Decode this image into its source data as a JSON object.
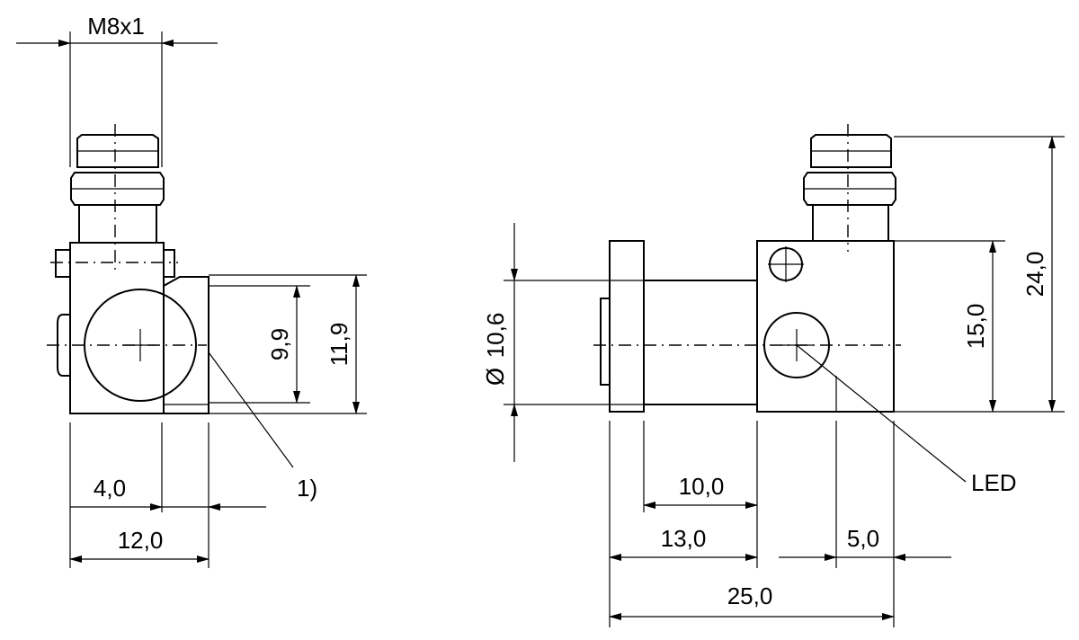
{
  "drawing": {
    "side_view": {
      "thread_label": "M8x1",
      "dim_height_inner": "9,9",
      "dim_height_outer": "11,9",
      "dim_offset": "4,0",
      "dim_width": "12,0",
      "note_marker": "1)"
    },
    "front_view": {
      "diameter_symbol": "Ø",
      "diameter_value": "10,6",
      "dim_body_height": "15,0",
      "dim_total_height": "24,0",
      "dim_shaft_length": "10,0",
      "dim_flange_to_body": "13,0",
      "dim_led_offset": "5,0",
      "dim_total_length": "25,0",
      "led_label": "LED"
    }
  }
}
